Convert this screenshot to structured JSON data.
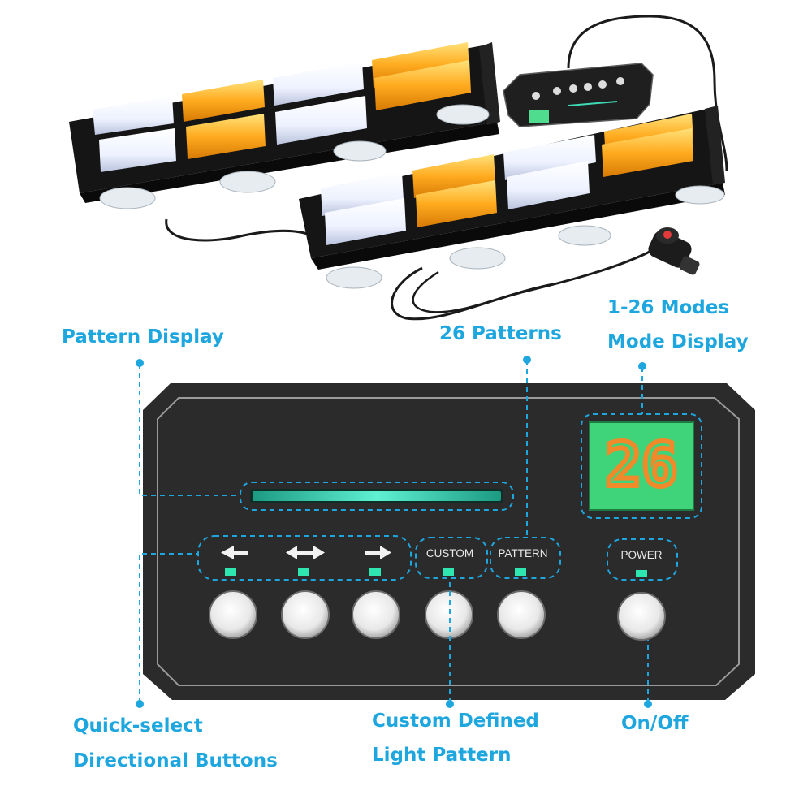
{
  "callouts": {
    "pattern_display": "Pattern Display",
    "patterns_26": "26 Patterns",
    "modes_line1": "1-26 Modes",
    "modes_line2": "Mode Display",
    "quick_select_line1": "Quick-select",
    "quick_select_line2": "Directional Buttons",
    "custom_line1": "Custom Defined",
    "custom_line2": "Light Pattern",
    "on_off": "On/Off"
  },
  "panel": {
    "display_value": "26",
    "buttons": {
      "custom": "CUSTOM",
      "pattern": "PATTERN",
      "power": "POWER"
    }
  },
  "colors": {
    "callout": "#1ea6df",
    "panel": "#2b2b2b",
    "lcd_bg": "#3fd37a",
    "lcd_digits": "#f08a2a",
    "indicator": "#2ee6b0",
    "amber_led": "#ffa51c",
    "white_led": "#f4f7ff"
  }
}
